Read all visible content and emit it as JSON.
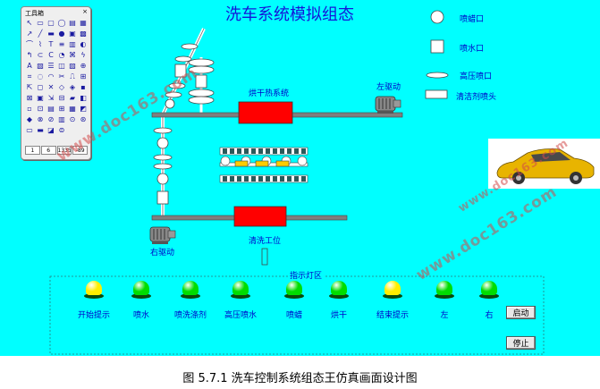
{
  "title": "洗车系统模拟组态",
  "caption": "图 5.7.1 洗车控制系统组态王仿真画面设计图",
  "toolbox": {
    "title": "工具箱",
    "close": "×",
    "tools": [
      "↖",
      "▭",
      "▢",
      "◯",
      "▤",
      "▦",
      "↗",
      "╱",
      "▬",
      "●",
      "▣",
      "▩",
      "⌒",
      "⌇",
      "T",
      "≡",
      "▥",
      "◐",
      "↰",
      "⊂",
      "C",
      "◔",
      "⌘",
      "ϟ",
      "A",
      "▧",
      "☰",
      "◫",
      "▨",
      "⊕",
      "⌗",
      "◌",
      "◠",
      "✂",
      "⎍",
      "⊞",
      "⇱",
      "◻",
      "✕",
      "◇",
      "◈",
      "▪",
      "⊠",
      "▣",
      "⇲",
      "⊟",
      "▰",
      "◧",
      "▫",
      "⊡",
      "▤",
      "⊞",
      "▦",
      "◩",
      "◆",
      "⊗",
      "⊘",
      "▥",
      "⊙",
      "⊛",
      "▭",
      "▬",
      "◪",
      "⊜"
    ],
    "status": [
      "1",
      "6",
      "1335",
      "-89"
    ]
  },
  "legend": {
    "nozzle_wax": "喷蜡口",
    "nozzle_water": "喷水口",
    "nozzle_hp": "高压喷口",
    "nozzle_detergent": "清洁剂喷头"
  },
  "labels": {
    "dryer": "烘干热系统",
    "left_drive": "左驱动",
    "right_drive": "右驱动",
    "wash_station": "清洗工位",
    "indicator_area": "指示灯区"
  },
  "lamps": [
    {
      "label": "开始提示",
      "color": "#ffee00"
    },
    {
      "label": "喷水",
      "color": "#00dd00"
    },
    {
      "label": "喷洗涤剂",
      "color": "#00dd00"
    },
    {
      "label": "高压喷水",
      "color": "#00dd00"
    },
    {
      "label": "喷蜡",
      "color": "#00dd00"
    },
    {
      "label": "烘干",
      "color": "#00dd00"
    },
    {
      "label": "结束提示",
      "color": "#ffee00"
    },
    {
      "label": "左",
      "color": "#00dd00"
    },
    {
      "label": "右",
      "color": "#00dd00"
    }
  ],
  "buttons": {
    "start": "启动",
    "stop": "停止"
  },
  "watermark": "www.doc163.com",
  "colors": {
    "background": "#00ffff",
    "heater": "#ff0000",
    "label": "#0000c8"
  }
}
